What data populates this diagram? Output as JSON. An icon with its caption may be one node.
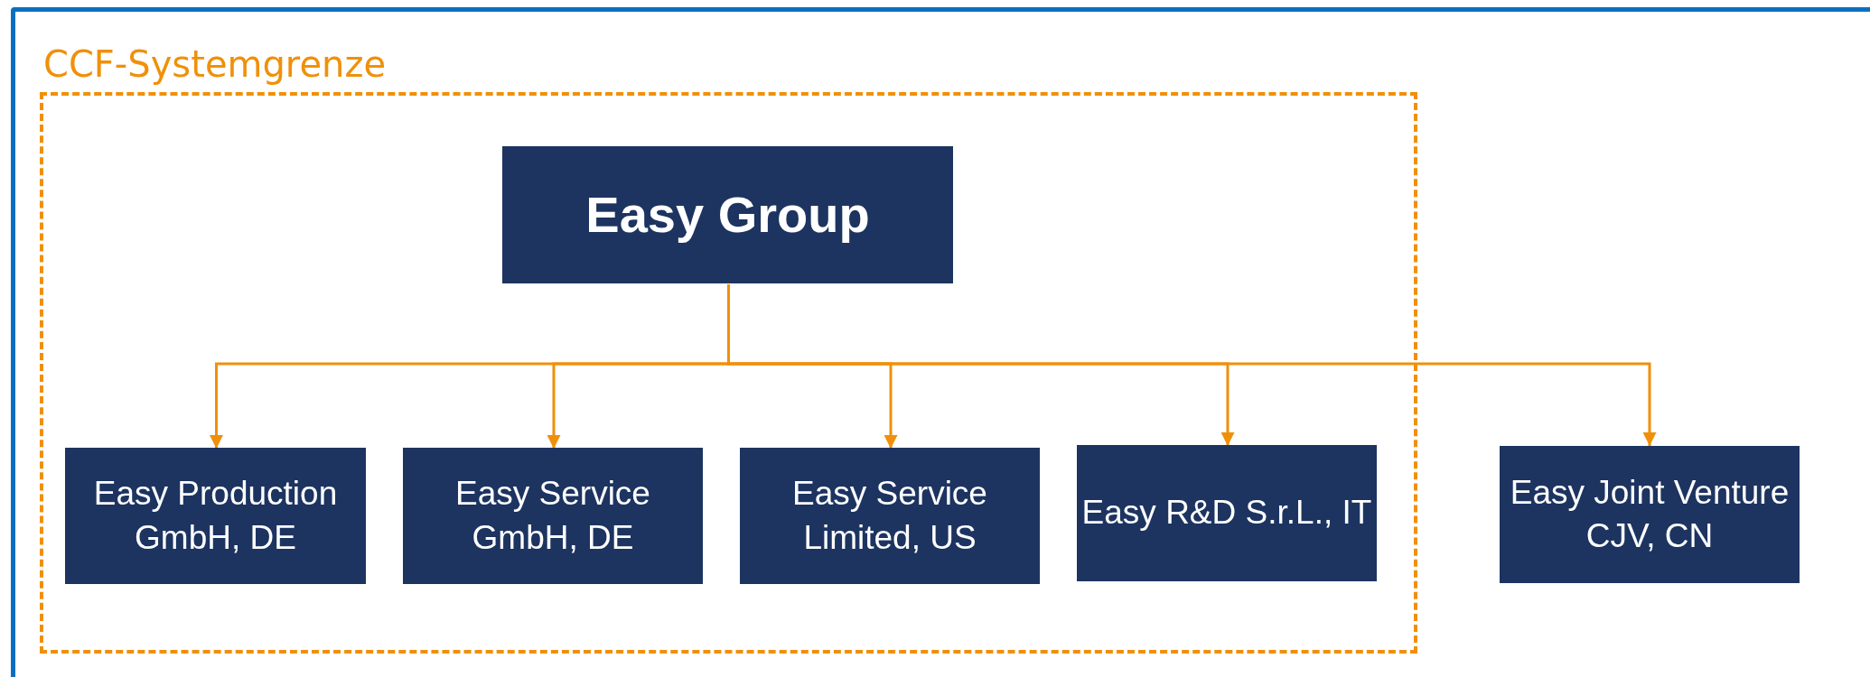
{
  "diagram": {
    "nodes": [
      {
        "text": [],
        "shape": "box"
      },
      {
        "text": [
          "CCF-Systemgrenze"
        ],
        "in": 0
      },
      {
        "text": [
          "Easy Group"
        ],
        "in": 1
      },
      {
        "text": [
          "Easy Production GmbH, DE"
        ],
        "in": 1
      },
      {
        "text": [
          "Easy Service GmbH, DE"
        ],
        "in": 1
      },
      {
        "text": [
          "Easy Service Limited, US"
        ],
        "in": 1
      },
      {
        "text": [
          "Easy R&D S.r.L., IT"
        ],
        "in": 1
      },
      {
        "text": [
          "Easy Joint Venture CJV, CN"
        ],
        "in": 0
      }
    ],
    "edges": [
      {
        "from": 2,
        "to": 3,
        "arrow": "to"
      },
      {
        "from": 2,
        "to": 4,
        "arrow": "to"
      },
      {
        "from": 2,
        "to": 5,
        "arrow": "to"
      },
      {
        "from": 2,
        "to": 6,
        "arrow": "to"
      },
      {
        "from": 2,
        "to": 7,
        "arrow": "to"
      }
    ]
  }
}
